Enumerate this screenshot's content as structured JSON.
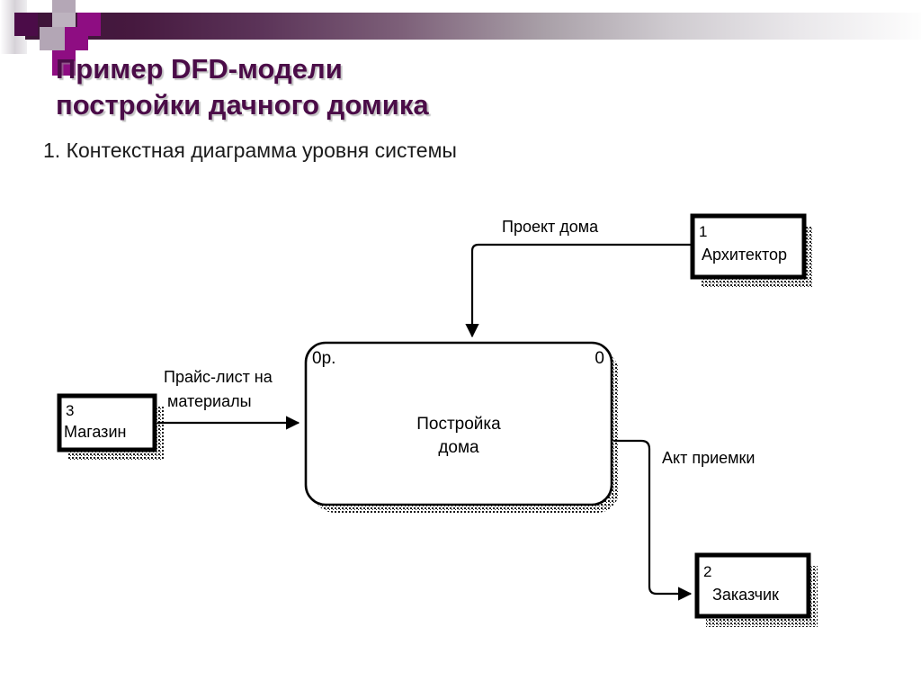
{
  "slide": {
    "title_line1": "Пример DFD-модели",
    "title_line2": "постройки дачного домика",
    "subtitle": "1. Контекстная диаграмма уровня системы",
    "title_color": "#4b0c48",
    "accent_color": "#8e0d82",
    "band_dark": "#3d1438",
    "background": "#ffffff"
  },
  "diagram": {
    "type": "data-flow-diagram",
    "process": {
      "id": "0",
      "cost_label": "0р.",
      "name_line1": "Постройка",
      "name_line2": "дома"
    },
    "entities": [
      {
        "id": "1",
        "name": "Архитектор"
      },
      {
        "id": "2",
        "name": "Заказчик"
      },
      {
        "id": "3",
        "name": "Магазин"
      }
    ],
    "flows": [
      {
        "label_line1": "Проект дома",
        "label_line2": "",
        "from": "Архитектор",
        "to": "Постройка дома"
      },
      {
        "label_line1": "Прайс-лист на",
        "label_line2": "материалы",
        "from": "Магазин",
        "to": "Постройка дома"
      },
      {
        "label_line1": "Акт приемки",
        "label_line2": "",
        "from": "Постройка дома",
        "to": "Заказчик"
      }
    ]
  }
}
